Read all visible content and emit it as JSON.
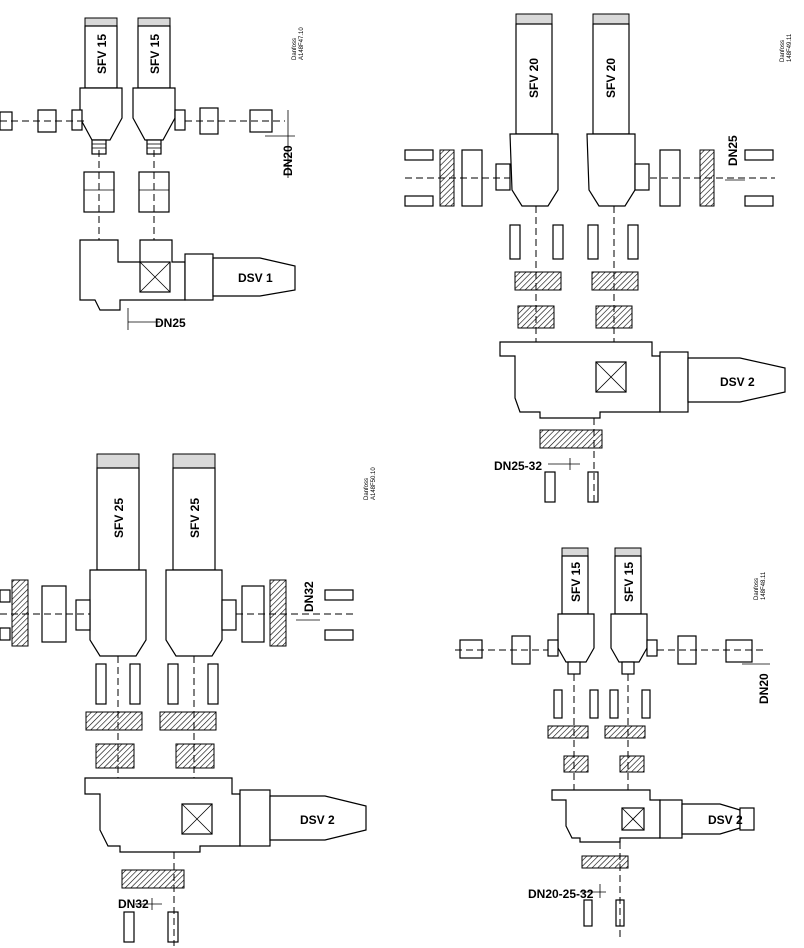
{
  "diagrams": [
    {
      "valve": "DSV 1",
      "sfv": [
        "SFV 15",
        "SFV 15"
      ],
      "inlet": "DN20",
      "outlet": "DN25",
      "ref": [
        "Danfoss",
        "A148F47.10"
      ]
    },
    {
      "valve": "DSV 2",
      "sfv": [
        "SFV 20",
        "SFV 20"
      ],
      "inlet": "DN25",
      "outlet": "DN25-32",
      "ref": [
        "Danfoss",
        "148F49.11"
      ]
    },
    {
      "valve": "DSV 2",
      "sfv": [
        "SFV 25",
        "SFV 25"
      ],
      "inlet": "DN32",
      "outlet": "DN32",
      "ref": [
        "Danfoss",
        "A148F50.10"
      ]
    },
    {
      "valve": "DSV 2",
      "sfv": [
        "SFV 15",
        "SFV 15"
      ],
      "inlet": "DN20",
      "outlet": "DN20-25-32",
      "ref": [
        "Danfoss",
        "148F48.11"
      ]
    }
  ]
}
